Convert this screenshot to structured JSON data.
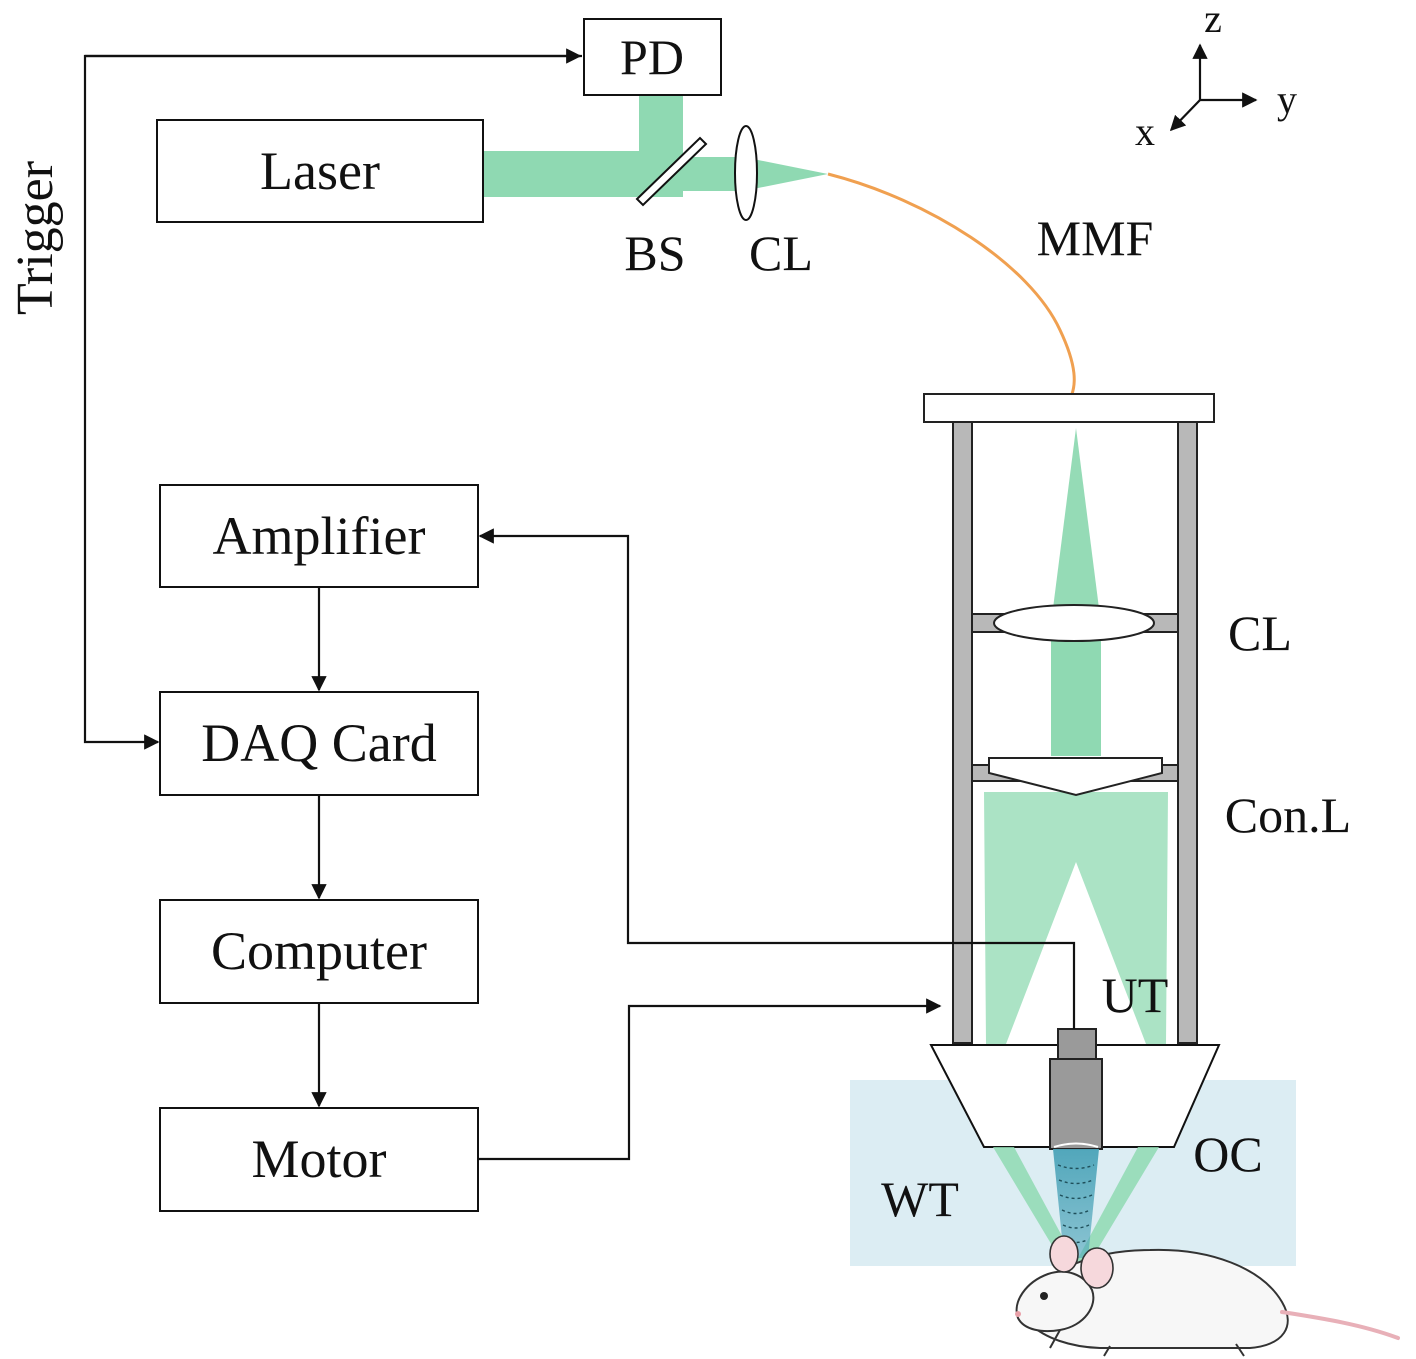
{
  "diagram": {
    "blocks": {
      "pd": "PD",
      "laser": "Laser",
      "amplifier": "Amplifier",
      "daq": "DAQ Card",
      "computer": "Computer",
      "motor": "Motor"
    },
    "labels": {
      "trigger": "Trigger",
      "bs": "BS",
      "cl_top": "CL",
      "mmf": "MMF",
      "cl_right": "CL",
      "conl": "Con.L",
      "ut": "UT",
      "oc": "OC",
      "wt": "WT"
    },
    "axes": {
      "x": "x",
      "y": "y",
      "z": "z"
    },
    "colors": {
      "beam": "#8fd9b2",
      "fiber": "#f0a050",
      "water": "#dcedf3",
      "rods": "#b8b8b8",
      "transducer": "#9a9a9a",
      "ultrasound": "#4aa3b8"
    }
  }
}
